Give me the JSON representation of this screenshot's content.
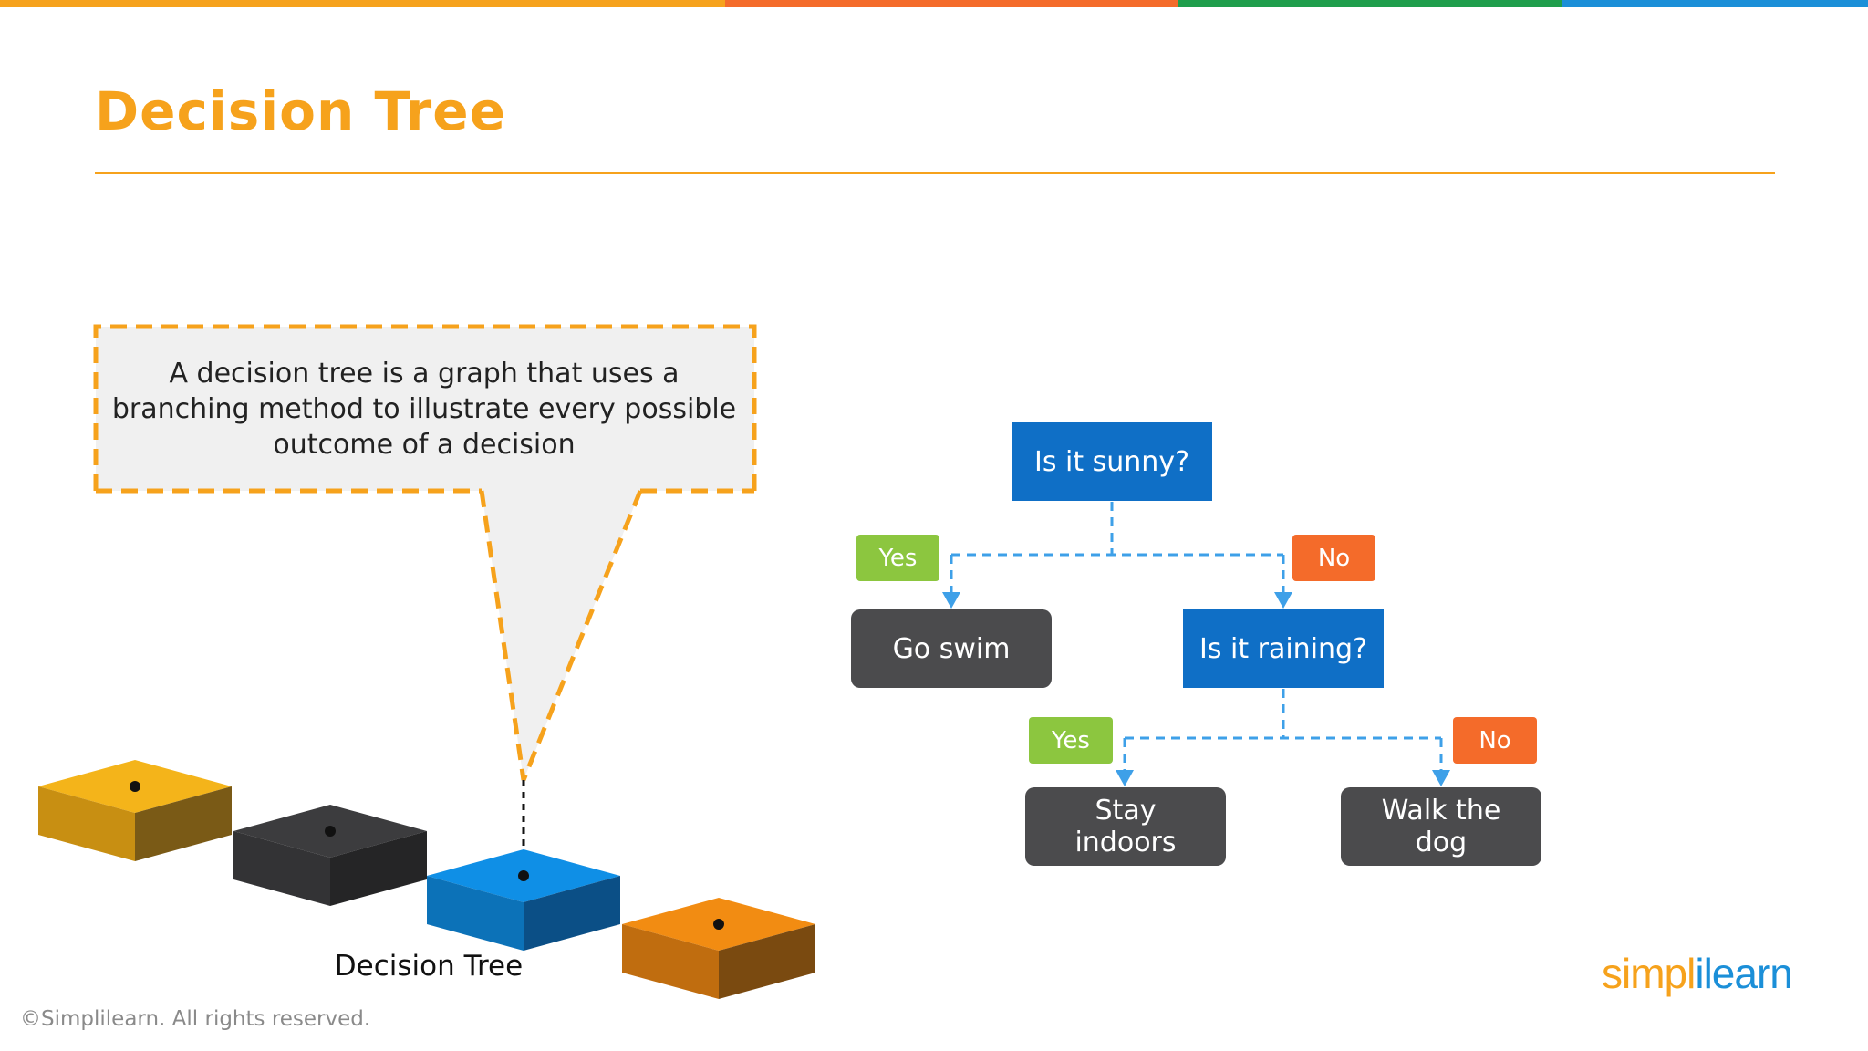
{
  "title": "Decision Tree",
  "colors": {
    "accent": "#f6a21c",
    "top_bar": [
      "#f6a21c",
      "#f46b2a",
      "#1f9e4c",
      "#1b8fd8"
    ],
    "node_question": "#0f6fc6",
    "node_outcome": "#4b4b4d",
    "yes_tag": "#8cc63f",
    "no_tag": "#f46b2a",
    "connector": "#3ea0e8"
  },
  "callout": {
    "text": "A decision tree is a graph that uses a branching method to illustrate every possible outcome of a decision"
  },
  "blocks": {
    "caption": "Decision Tree",
    "colors": [
      "#f4b41a",
      "#3c3c3e",
      "#0f8fe6",
      "#f28c12"
    ]
  },
  "tree": {
    "root": "Is it sunny?",
    "yes_label_1": "Yes",
    "no_label_1": "No",
    "outcome_swim": "Go swim",
    "question_2": "Is it raining?",
    "yes_label_2": "Yes",
    "no_label_2": "No",
    "outcome_indoors": "Stay indoors",
    "outcome_dog": "Walk the dog"
  },
  "footer": {
    "copyright": "©Simplilearn. All rights reserved.",
    "logo_part1": "simpl",
    "logo_part2": "ilearn"
  }
}
